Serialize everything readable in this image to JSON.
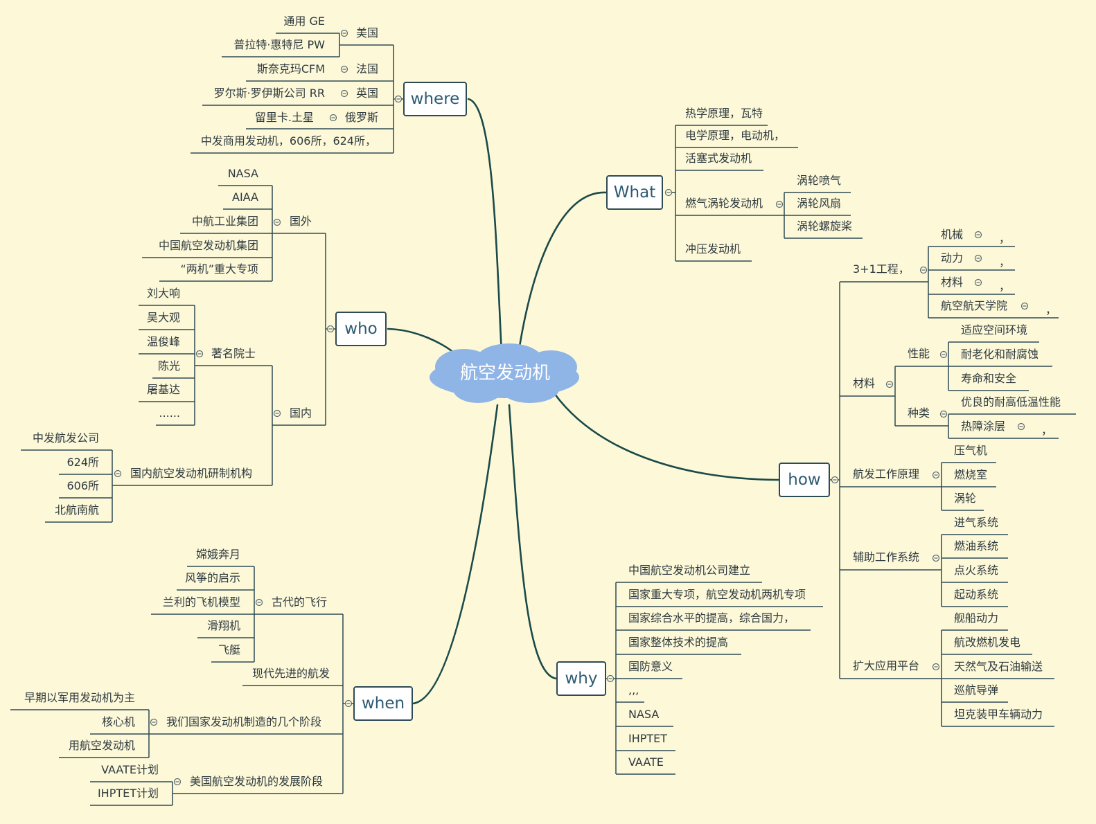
{
  "central": "航空发动机",
  "colors": {
    "background": "#fcf8d8",
    "cloud": "#8fb4e6",
    "branch": "#1b4a4a",
    "line": "#2e4a55",
    "text": "#2f3a40"
  },
  "where": {
    "label": "where",
    "usa": "美国",
    "ge": "通用 GE",
    "pw": "普拉特·惠特尼 PW",
    "france": "法国",
    "cfm": "斯奈克玛CFM",
    "uk": "英国",
    "rr": "罗尔斯·罗伊斯公司 RR",
    "russia": "俄罗斯",
    "saturn": "留里卡.土星",
    "aecc": "中发商用发动机，606所，624所，"
  },
  "who": {
    "label": "who",
    "foreign": "国外",
    "foreign_items": [
      "NASA",
      "AIAA",
      "中航工业集团",
      "中国航空发动机集团",
      "“两机”重大专项"
    ],
    "domestic": "国内",
    "academicians": "著名院士",
    "academician_items": [
      "刘大响",
      "吴大观",
      "温俊峰",
      "陈光",
      "屠基达",
      "......"
    ],
    "institutes": "国内航空发动机研制机构",
    "institute_items": [
      "中发航发公司",
      "624所",
      "606所",
      "北航南航"
    ]
  },
  "when": {
    "label": "when",
    "ancient": "古代的飞行",
    "ancient_items": [
      "嫦娥奔月",
      "风筝的启示",
      "兰利的飞机模型",
      "滑翔机",
      "飞艇"
    ],
    "modern": "现代先进的航发",
    "china_stages": "我们国家发动机制造的几个阶段",
    "china_stage_items": [
      "早期以军用发动机为主",
      "核心机",
      "用航空发动机"
    ],
    "us_stages": "美国航空发动机的发展阶段",
    "us_stage_items": [
      "VAATE计划",
      "IHPTET计划"
    ]
  },
  "what": {
    "label": "What",
    "items": [
      "热学原理，瓦特",
      "电学原理，电动机，",
      "活塞式发动机",
      "燃气涡轮发动机",
      "冲压发动机"
    ],
    "turbine_items": [
      "涡轮喷气",
      "涡轮风扇",
      "涡轮螺旋桨"
    ]
  },
  "how": {
    "label": "how",
    "project": "3+1工程，",
    "project_items": [
      "机械",
      "动力",
      "材料",
      "航空航天学院"
    ],
    "comma": "，",
    "materials": "材料",
    "performance": "性能",
    "performance_items": [
      "适应空间环境",
      "耐老化和耐腐蚀",
      "寿命和安全"
    ],
    "types": "种类",
    "type_items": [
      "优良的耐高低温性能",
      "热障涂层"
    ],
    "principle": "航发工作原理",
    "principle_items": [
      "压气机",
      "燃烧室",
      "涡轮"
    ],
    "aux": "辅助工作系统",
    "aux_items": [
      "进气系统",
      "燃油系统",
      "点火系统",
      "起动系统"
    ],
    "platform": "扩大应用平台",
    "platform_items": [
      "舰船动力",
      "航改燃机发电",
      "天然气及石油输送",
      "巡航导弹",
      "坦克装甲车辆动力"
    ]
  },
  "why": {
    "label": "why",
    "items": [
      "中国航空发动机公司建立",
      "国家重大专项，航空发动机两机专项",
      "国家综合水平的提高，综合国力，",
      "国家整体技术的提高",
      "国防意义",
      ",,,",
      "NASA",
      "IHPTET",
      "VAATE"
    ]
  }
}
